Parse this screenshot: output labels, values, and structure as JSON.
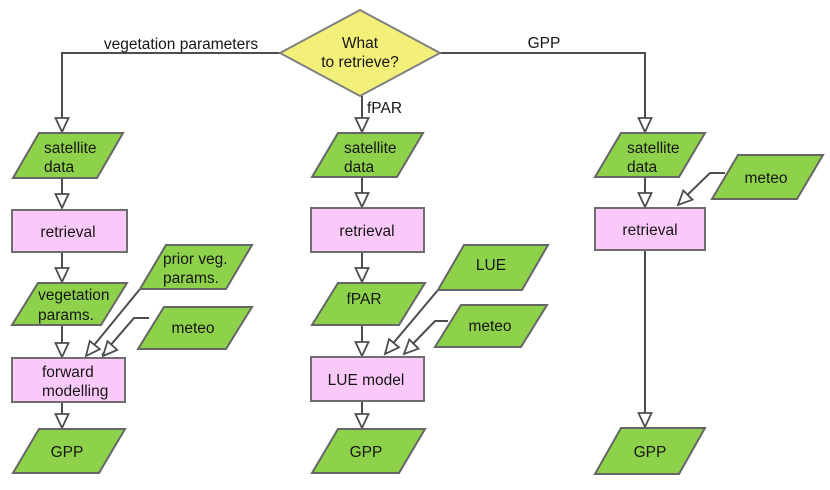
{
  "palette": {
    "node_green": "#8ed24b",
    "node_pink": "#fbc9f9",
    "decision_yellow": "#f3f07a",
    "line": "#4d4d4d"
  },
  "decision": {
    "line1": "What",
    "line2": "to retrieve?"
  },
  "edges": {
    "left": "vegetation parameters",
    "middle": "fPAR",
    "right": "GPP"
  },
  "left": {
    "satellite": {
      "line1": "satellite",
      "line2": "data"
    },
    "retrieval": "retrieval",
    "veg_params": {
      "line1": "vegetation",
      "line2": "params."
    },
    "prior": {
      "line1": "prior veg.",
      "line2": "params."
    },
    "meteo": "meteo",
    "forward": {
      "line1": "forward",
      "line2": "modelling"
    },
    "gpp": "GPP"
  },
  "middle": {
    "satellite": {
      "line1": "satellite",
      "line2": "data"
    },
    "retrieval": "retrieval",
    "fpar": "fPAR",
    "lue": "LUE",
    "meteo": "meteo",
    "lue_model": "LUE model",
    "gpp": "GPP"
  },
  "right": {
    "satellite": {
      "line1": "satellite",
      "line2": "data"
    },
    "meteo": "meteo",
    "retrieval": "retrieval",
    "gpp": "GPP"
  }
}
